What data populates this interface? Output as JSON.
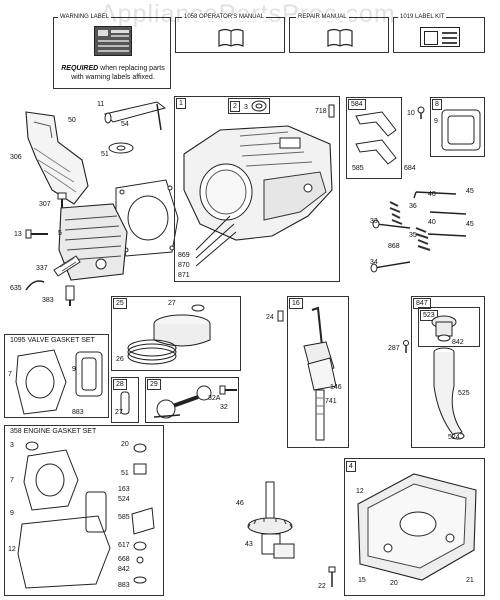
{
  "watermark": "AppliancePartsPros.com",
  "top_boxes": {
    "warning": {
      "title": "WARNING LABEL",
      "required_bold": "REQUIRED",
      "required_rest": " when replacing parts with warning labels affixed."
    },
    "operators_manual": {
      "title": "OPERATOR'S MANUAL",
      "num": "1058"
    },
    "repair_manual": {
      "title": "REPAIR MANUAL",
      "num": ""
    },
    "label_kit": {
      "title": "1019 LABEL KIT"
    }
  },
  "kits": {
    "valve_gasket_set": "1095 VALVE GASKET SET",
    "engine_gasket_set": "358 ENGINE GASKET SET"
  },
  "box_tags": {
    "b1": "1",
    "b2": "2",
    "b584": "584",
    "b8": "8",
    "b25": "25",
    "b16": "16",
    "b847": "847",
    "b523": "523",
    "b28": "28",
    "b29": "29",
    "b4": "4"
  },
  "labels": {
    "p306": "306",
    "p11": "11",
    "p50": "50",
    "p54": "54",
    "p51": "51",
    "p307": "307",
    "p13": "13",
    "p5": "5",
    "p337": "337",
    "p635": "635",
    "p383": "383",
    "p3": "3",
    "p718": "718",
    "p869": "869",
    "p870": "870",
    "p871": "871",
    "p10": "10",
    "p9": "9",
    "p585": "585",
    "p684": "684",
    "p45": "45",
    "p40": "40",
    "p36": "36",
    "p33": "33",
    "p35": "35",
    "p868": "868",
    "p34": "34",
    "p27": "27",
    "p26": "26",
    "p24": "24",
    "p287": "287",
    "p842": "842",
    "p146": "146",
    "p741": "741",
    "p525": "525",
    "p524": "524",
    "v7": "7",
    "v9": "9",
    "v883": "883",
    "c27": "27",
    "c32": "32",
    "c32a": "32A",
    "g3": "3",
    "g20": "20",
    "g7": "7",
    "g9": "9",
    "g12": "12",
    "g51": "51",
    "g163": "163",
    "g524": "524",
    "g585": "585",
    "g617": "617",
    "g668": "668",
    "g842": "842",
    "g883": "883",
    "p46": "46",
    "p43": "43",
    "p22": "22",
    "s12": "12",
    "s15": "15",
    "s20": "20",
    "s21": "21"
  }
}
